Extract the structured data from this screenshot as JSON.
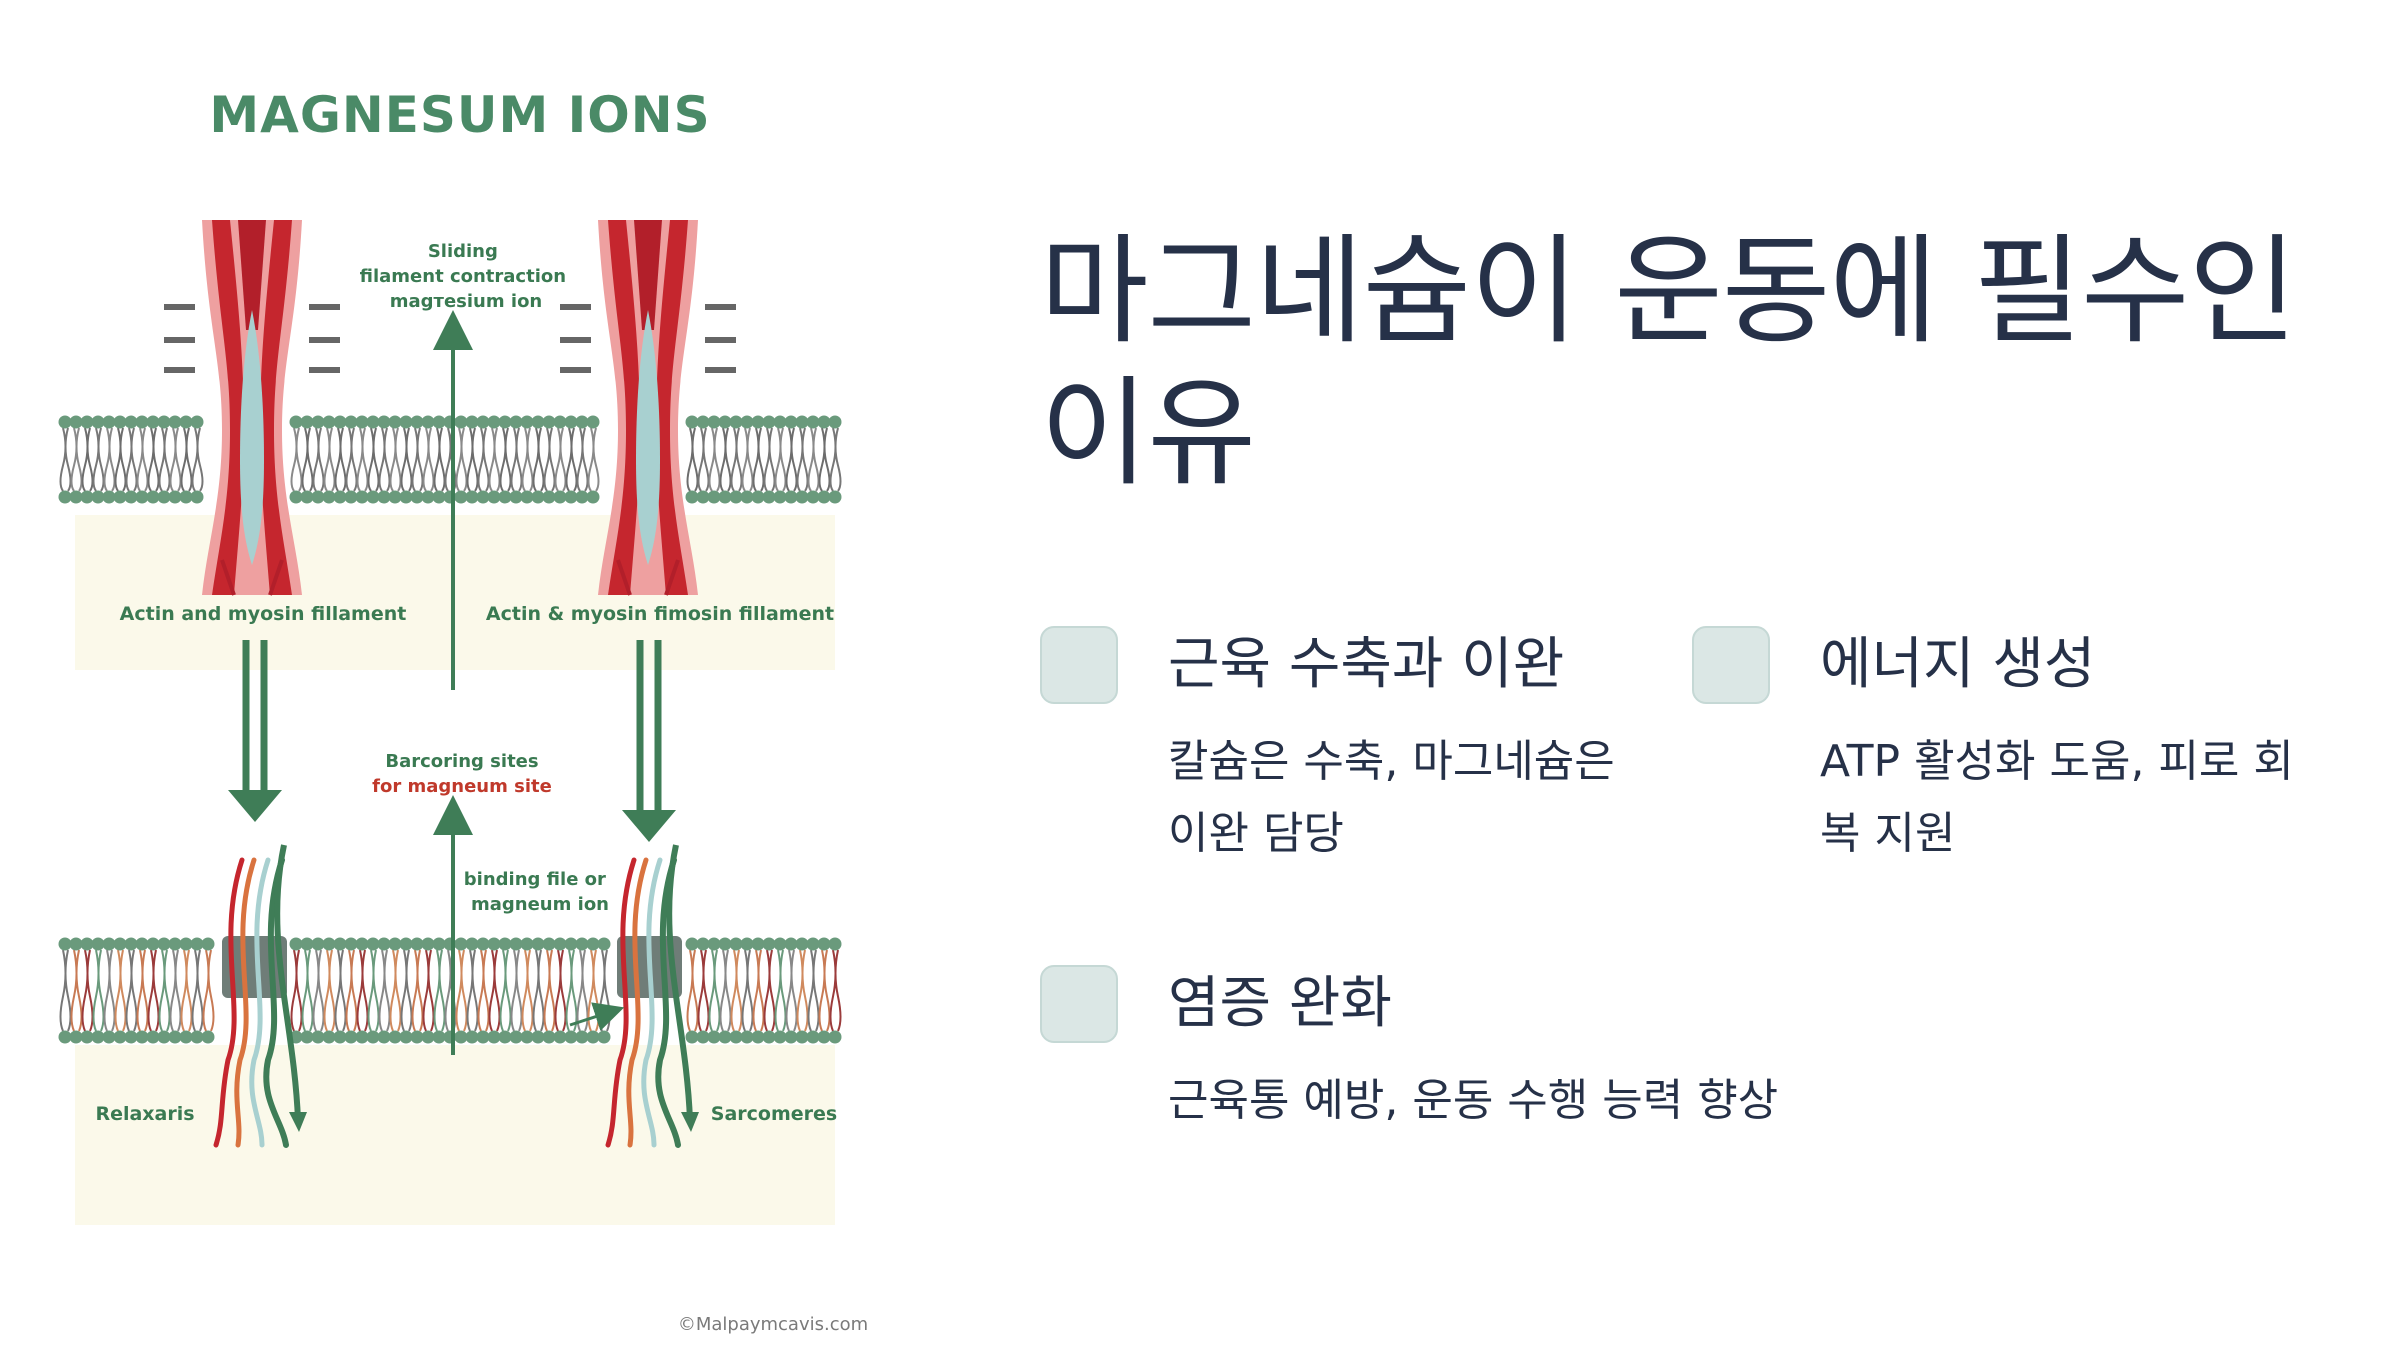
{
  "diagram": {
    "heading": "MAGNESUM IONS",
    "top_center_label": [
      "Sliding",
      "filament contraction",
      "magтesium ion"
    ],
    "label_left_mid": "Actin and myosin fillament",
    "label_right_mid": "Actin & myosin fimosin fillament",
    "mid_center_label_1": "Barcoring sites",
    "mid_center_label_2": "for magneum site",
    "binding_label": [
      "binding file or",
      "magneum ion"
    ],
    "label_bottom_left": "Relaxaris",
    "label_bottom_right": "Sarcomeres",
    "credit": "©Malpaymcavis.com",
    "colors": {
      "heading_green": "#4a8a67",
      "arrow_green": "#3f7d57",
      "muscle_red": "#c5262e",
      "muscle_pink": "#eea0a0",
      "filament_teal": "#a8d0d0",
      "membrane_head": "#6a9a7c",
      "panel_cream": "#fbf9ea",
      "accent_red_text": "#c0392b"
    }
  },
  "slide": {
    "title": "마그네슘이 운동에 필수인 이유",
    "features": [
      {
        "title": "근육 수축과 이완",
        "desc": "칼슘은 수축, 마그네슘은 이완 담당"
      },
      {
        "title": "에너지 생성",
        "desc": "ATP 활성화 도움, 피로 회복 지원"
      },
      {
        "title": "염증 완화",
        "desc": "근육통 예방, 운동 수행 능력 향상"
      }
    ],
    "colors": {
      "text": "#263148",
      "checkbox_fill": "#dbe7e5"
    }
  }
}
